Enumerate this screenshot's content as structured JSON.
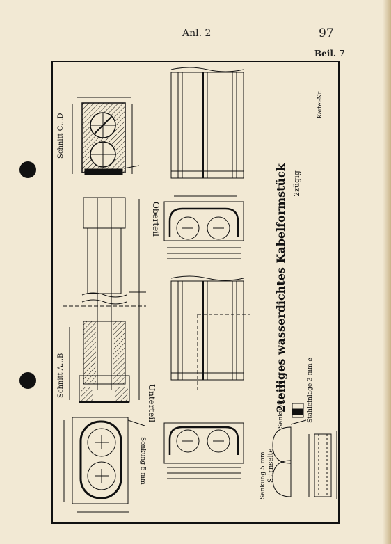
{
  "header": {
    "left": "Anl. 2",
    "page_number": "97",
    "tag": "Beil. 7"
  },
  "drawing": {
    "title": "2teiliges wasserdichtes Kabelformstück",
    "subtitle": "2zügig",
    "kartei": "Kartei-Nr.",
    "labels": {
      "schnitt_cd": "Schnitt C…D",
      "schnitt_ab": "Schnitt A…B",
      "oberteil": "Oberteil",
      "unterteil": "Unterteil",
      "senkung_1": "Senkung 5 mm",
      "senkung_2": "Senkung 5 mm",
      "senkung_3": "Senkung 5 mm",
      "stirnseite": "Stirnseite",
      "stahleinlage": "Stahleinlage 3 mm ⌀"
    }
  }
}
